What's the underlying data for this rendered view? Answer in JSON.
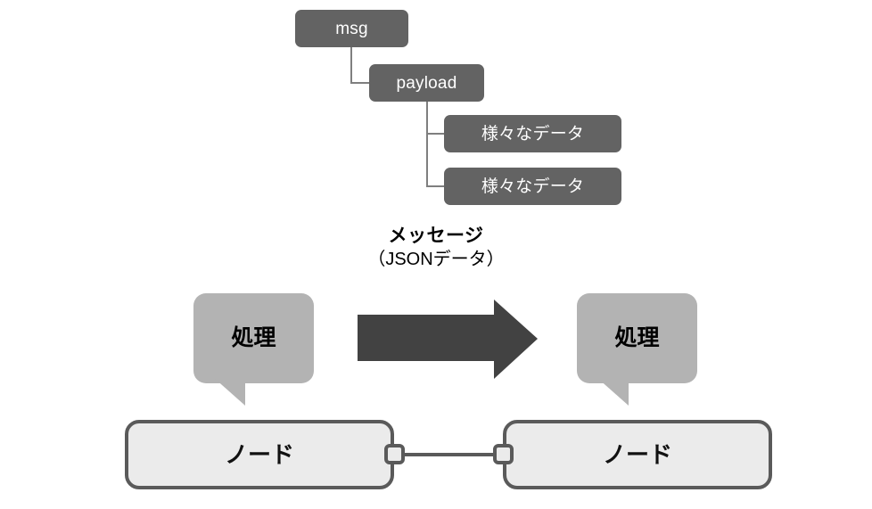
{
  "diagram": {
    "title": "Node-RED message flow diagram",
    "background": "#ffffff",
    "colors": {
      "tree_box_fill": "#636363",
      "tree_box_text": "#ffffff",
      "tree_connector": "#7f7f7f",
      "bubble_fill": "#b3b3b3",
      "arrow_fill": "#424242",
      "node_fill": "#ebebeb",
      "node_border": "#5a5a5a",
      "wire": "#5a5a5a",
      "caption_text": "#000000"
    }
  },
  "message_tree": {
    "root": {
      "label": "msg"
    },
    "child": {
      "label": "payload"
    },
    "leaves": [
      {
        "label": "様々なデータ"
      },
      {
        "label": "様々なデータ"
      }
    ]
  },
  "message_caption": {
    "main": "メッセージ",
    "sub": "（JSONデータ）"
  },
  "flow": {
    "arrow": {
      "direction": "right",
      "label": ""
    },
    "bubbles": [
      {
        "label": "処理",
        "side": "left"
      },
      {
        "label": "処理",
        "side": "right"
      }
    ],
    "nodes": [
      {
        "label": "ノード",
        "side": "left",
        "port": "output"
      },
      {
        "label": "ノード",
        "side": "right",
        "port": "input"
      }
    ]
  }
}
